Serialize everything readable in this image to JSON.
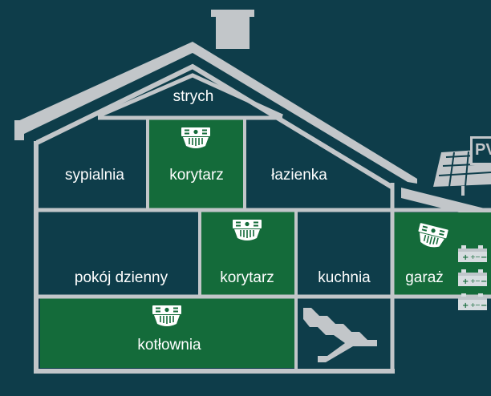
{
  "colors": {
    "background": "#0e3d4a",
    "wall": "#c2c6c9",
    "room_dark": "#0e3d4a",
    "room_green": "#146b3a",
    "label": "#ffffff"
  },
  "icons": {
    "detector": "smoke-detector-icon",
    "battery": "battery-icon",
    "stairs": "stairs-icon",
    "solar": "solar-panel-icon",
    "chimney": "chimney-icon"
  },
  "rooms": {
    "attic": "strych",
    "bedroom": "sypialnia",
    "corridor_top": "korytarz",
    "bathroom": "łazienka",
    "living_room": "pokój dzienny",
    "corridor_mid": "korytarz",
    "kitchen": "kuchnia",
    "garage": "garaż",
    "boiler_room": "kotłownia"
  },
  "pv_label": "PV"
}
